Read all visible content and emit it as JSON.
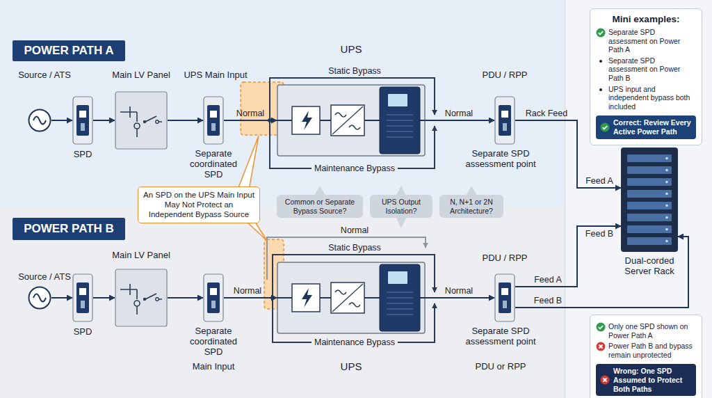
{
  "diagram": {
    "nodes": [
      {
        "text": [
          "POWER PATH A"
        ]
      },
      {
        "text": [
          "Source / ATS"
        ]
      },
      {
        "text": [
          "SPD"
        ]
      },
      {
        "text": [
          "Main LV Panel"
        ]
      },
      {
        "text": [
          "UPS Main Input",
          "Separate coordinated SPD"
        ]
      },
      {
        "text": [
          "UPS"
        ]
      },
      {
        "text": [
          "PDU / RPP",
          "Separate SPD assessment point"
        ]
      },
      {
        "text": [
          "Mini examples:",
          "Separate SPD assessment on Power Path A",
          "Separate SPD assessment on Power Path B",
          "UPS input and independent bypass both included"
        ]
      },
      {
        "text": [
          "Correct: Review Every Active Power Path"
        ],
        "in": 7
      },
      {
        "text": [
          "Dual-corded Server Rack"
        ]
      },
      {
        "text": [
          "An SPD on the UPS Main Input May Not Protect an Independent Bypass Source"
        ]
      },
      {
        "text": [
          "Common or Separate Bypass Source?"
        ]
      },
      {
        "text": [
          "UPS Output Isolation?"
        ]
      },
      {
        "text": [
          "N, N+1 or 2N Architecture?"
        ]
      },
      {
        "text": [
          "POWER PATH B"
        ]
      },
      {
        "text": [
          "Source / ATS"
        ]
      },
      {
        "text": [
          "SPD"
        ]
      },
      {
        "text": [
          "Main LV Panel"
        ]
      },
      {
        "text": [
          "Separate coordinated SPD",
          "Main Input"
        ]
      },
      {
        "text": [
          "UPS"
        ]
      },
      {
        "text": [
          "PDU / RPP",
          "Separate SPD assessment point",
          "PDU or RPP"
        ]
      },
      {
        "text": [
          "Only one SPD shown on Power Path A",
          "Power Path B and bypass remain unprotected"
        ]
      },
      {
        "text": [
          "Wrong: One SPD Assumed to Protect Both Paths"
        ],
        "in": 21
      }
    ],
    "edges": [
      {
        "from": 1,
        "to": 2,
        "arrow": "to"
      },
      {
        "from": 2,
        "to": 3,
        "arrow": "to"
      },
      {
        "from": 3,
        "to": 4,
        "arrow": "to"
      },
      {
        "from": 4,
        "to": 5,
        "label": "Normal",
        "arrow": "to"
      },
      {
        "from": 5,
        "to": 6,
        "label": "Normal",
        "arrow": "to"
      },
      {
        "from": 6,
        "to": 9,
        "label": "Rack Feed",
        "arrow": "to"
      },
      {
        "from": 15,
        "to": 16,
        "arrow": "to"
      },
      {
        "from": 16,
        "to": 17,
        "arrow": "to"
      },
      {
        "from": 17,
        "to": 18,
        "arrow": "to"
      },
      {
        "from": 18,
        "to": 19,
        "label": "Normal",
        "arrow": "to"
      },
      {
        "from": 19,
        "to": 20,
        "label": "Normal",
        "arrow": "to"
      },
      {
        "from": 20,
        "to": 9,
        "label": "Feed A",
        "arrow": "to"
      },
      {
        "from": 20,
        "to": 9,
        "label": "Feed B",
        "arrow": "to"
      }
    ],
    "labels": [
      "Static Bypass",
      "Maintenance Bypass",
      "Feed A",
      "Normal",
      "Static Bypass",
      "Feed B",
      "Maintenance Bypass"
    ]
  }
}
